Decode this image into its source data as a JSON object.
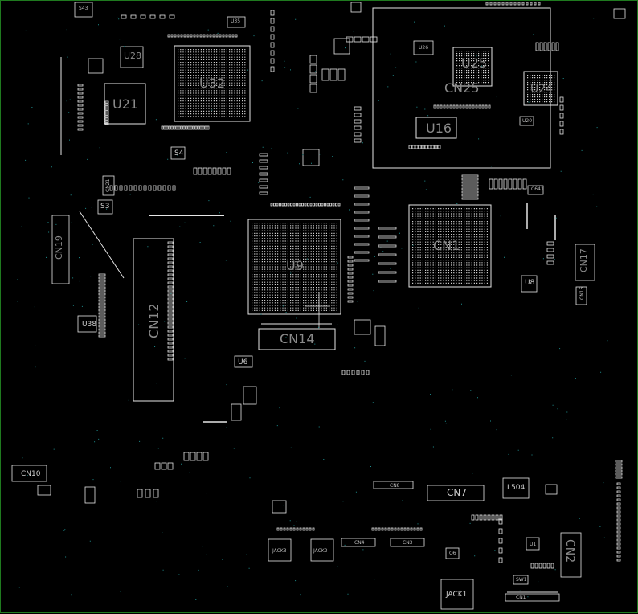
{
  "board": {
    "outline_color": "#1f7a1f",
    "silk_color": "#e6e6e6",
    "label_color": "#8c8c8c",
    "via_color": "#1e8f8f"
  },
  "labels": {
    "S43": "S43",
    "U35": "U35",
    "U28": "U28",
    "U32": "U32",
    "U21": "U21",
    "U25": "U25",
    "CN25": "CN25",
    "U24": "U24",
    "U16": "U16",
    "U26": "U26",
    "CN1": "CN1",
    "U9": "U9",
    "CN14": "CN14",
    "CN12": "CN12",
    "CN19": "CN19",
    "CN17": "CN17",
    "CN15": "CN15",
    "U8": "U8",
    "U38": "U38",
    "U6": "U6",
    "S4": "S4",
    "S3": "S3",
    "CN21": "CN21",
    "CN10": "CN10",
    "CN8": "CN8",
    "CN7": "CN7",
    "L504": "L504",
    "CN4": "CN4",
    "CN3": "CN3",
    "JACK3": "JACK3",
    "JACK2": "JACK2",
    "JACK1": "JACK1",
    "CN2": "CN2",
    "CN1B": "CN1",
    "SW1": "SW1",
    "Q6": "Q6",
    "U1": "U1",
    "U20": "U20",
    "C641": "C641"
  }
}
